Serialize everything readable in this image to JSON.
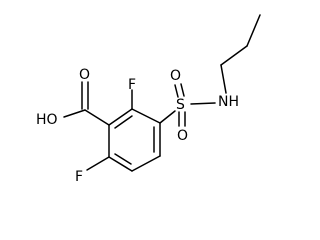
{
  "molecule": {
    "atoms": {
      "F_top": "F",
      "F_bottom": "F",
      "OH": "HO",
      "O_carbonyl": "O",
      "S": "S",
      "O_sulfonyl_top": "O",
      "O_sulfonyl_bottom": "O",
      "NH": "NH"
    }
  }
}
